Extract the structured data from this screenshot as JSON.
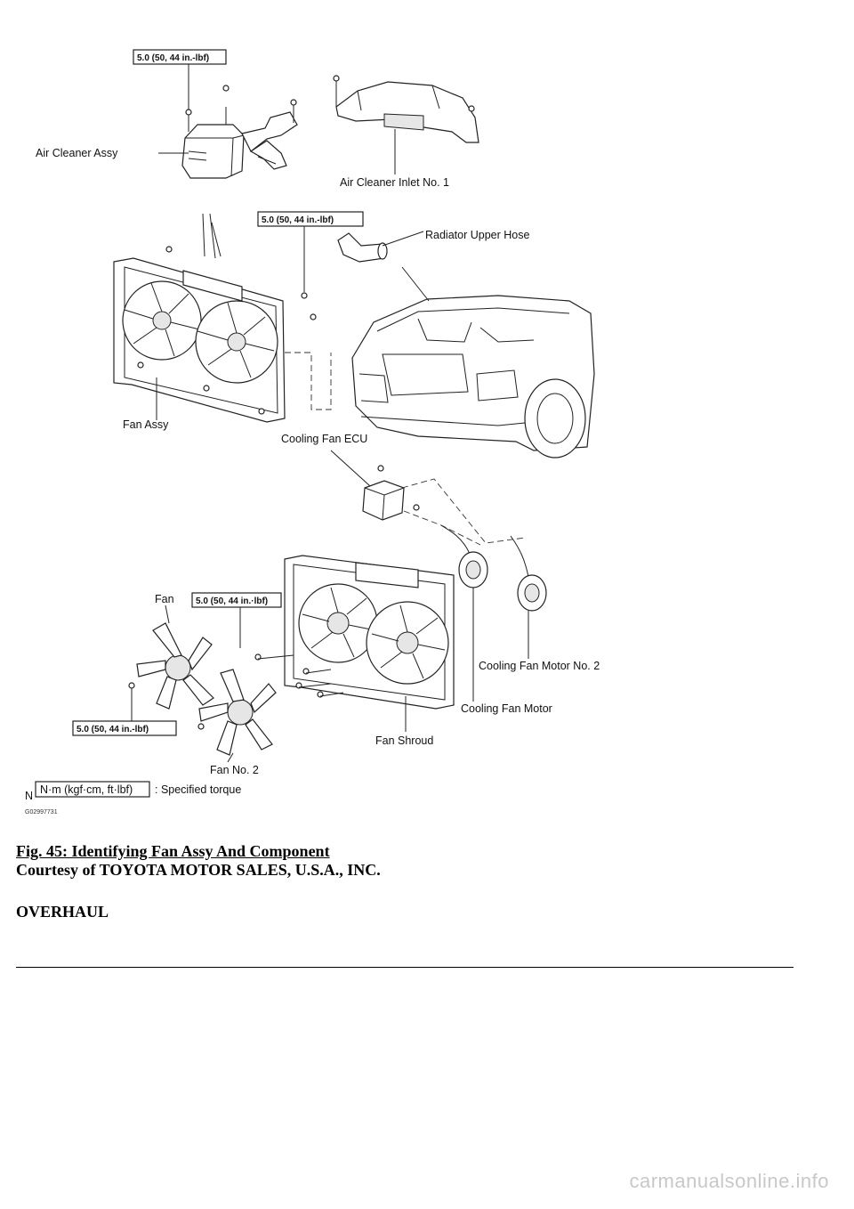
{
  "figure": {
    "torque_values": {
      "air_cleaner_bolt": "5.0 (50, 44 in.-lbf)",
      "fan_assy_bolt": "5.0 (50, 44 in.-lbf)",
      "fan_shroud_bolt": "5.0 (50, 44 in.·lbf)",
      "fan_nut": "5.0 (50, 44 in.-lbf)"
    },
    "labels": {
      "air_cleaner_assy": "Air Cleaner Assy",
      "air_cleaner_inlet": "Air Cleaner Inlet No. 1",
      "radiator_upper_hose": "Radiator Upper Hose",
      "fan_assy": "Fan Assy",
      "cooling_fan_ecu": "Cooling Fan ECU",
      "fan": "Fan",
      "cooling_fan_motor_no2": "Cooling Fan Motor No. 2",
      "cooling_fan_motor": "Cooling Fan Motor",
      "fan_shroud": "Fan Shroud",
      "fan_no2": "Fan No. 2"
    },
    "legend": {
      "marker": "N",
      "unit_box": "N·m (kgf·cm, ft·lbf)",
      "meaning": ": Specified torque"
    },
    "figure_code": "G02997731"
  },
  "caption": {
    "title": "Fig. 45: Identifying Fan Assy And Component",
    "credit": "Courtesy of TOYOTA MOTOR SALES, U.S.A., INC."
  },
  "section_heading": "OVERHAUL",
  "watermark": "carmanualsonline.info"
}
